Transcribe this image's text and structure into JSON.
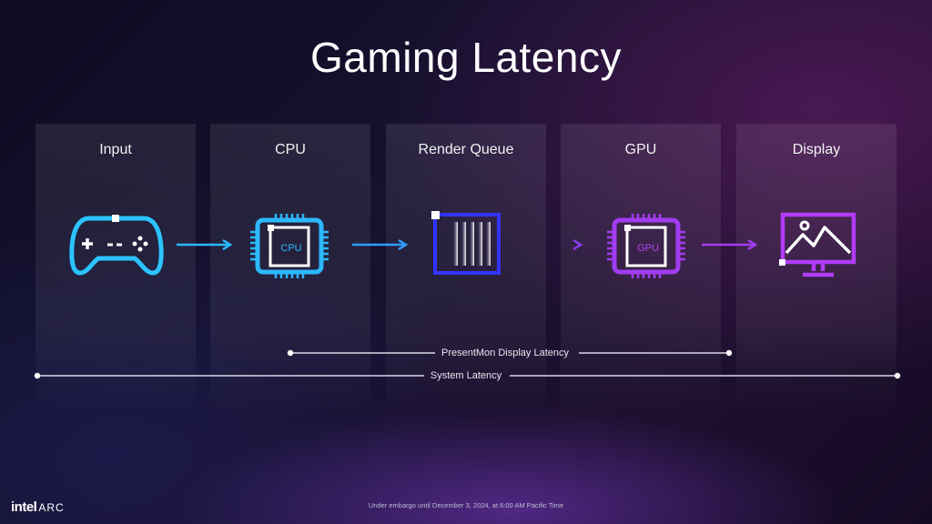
{
  "title": "Gaming Latency",
  "stages": [
    {
      "label": "Input",
      "icon": "gamepad-icon",
      "color": "#2bc3ff"
    },
    {
      "label": "CPU",
      "icon": "cpu-chip-icon",
      "chip_text": "CPU",
      "color": "#2bb8ff"
    },
    {
      "label": "Render Queue",
      "icon": "render-queue-icon",
      "color": "#3c3cff"
    },
    {
      "label": "GPU",
      "icon": "gpu-chip-icon",
      "chip_text": "GPU",
      "color": "#a23cf0"
    },
    {
      "label": "Display",
      "icon": "monitor-icon",
      "color": "#b23cf5"
    }
  ],
  "spans": {
    "presentmon": "PresentMon Display Latency",
    "system": "System Latency"
  },
  "footer": {
    "brand": "intel",
    "product": "ARC",
    "embargo": "Under embargo until December 3, 2024, at 6:00 AM Pacific Time"
  }
}
